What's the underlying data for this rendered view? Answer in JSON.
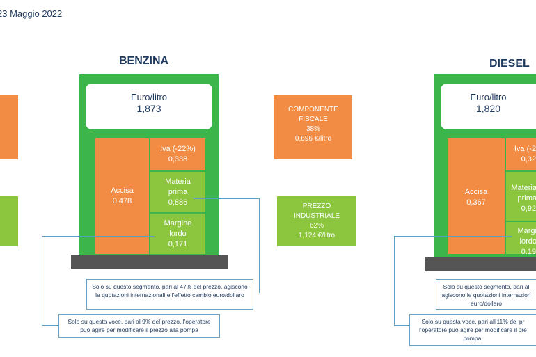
{
  "header": {
    "date": "23 Maggio 2022"
  },
  "benzina": {
    "title": "BENZINA",
    "price_unit": "Euro/litro",
    "price_value": "1,873",
    "accisa_label": "Accisa",
    "accisa_value": "0,478",
    "iva_label": "Iva (-22%)",
    "iva_value": "0,338",
    "materia_label": "Materia prima",
    "materia_value": "0,886",
    "margine_label": "Margine lordo",
    "margine_value": "0,171",
    "fiscale_title": "COMPONENTE FISCALE",
    "fiscale_pct": "38%",
    "fiscale_value": "0,696 €/litro",
    "industriale_title": "PREZZO INDUSTRIALE",
    "industriale_pct": "62%",
    "industriale_value": "1,124 €/litro",
    "note_segment": "Solo su questo segmento, pari al 47% del prezzo, agiscono le quotazioni internazionali e l'effetto cambio euro/dollaro",
    "note_voce": "Solo su questa voce, pari al 9% del prezzo, l'operatore può agire per modificare il prezzo alla pompa"
  },
  "diesel": {
    "title": "DIESEL",
    "price_unit": "Euro/litro",
    "price_value": "1,820",
    "accisa_label": "Accisa",
    "accisa_value": "0,367",
    "iva_label": "Iva (-2",
    "iva_value": "0,32",
    "materia_label": "Materia prima",
    "materia_value": "0,92",
    "margine_label": "Margi lordo",
    "margine_value": "0,19",
    "note_segment": "Solo su questo segmento, pari al agiscono le quotazioni internazion euro/dollaro",
    "note_voce": "Solo su questa voce, pari all'11% del pr l'operatore può agire per modificare il pre pompa."
  },
  "colors": {
    "green": "#3cb54a",
    "light_green": "#8cc63f",
    "orange": "#f28c45",
    "dark_blue": "#1f3a5f",
    "base": "#555555"
  }
}
